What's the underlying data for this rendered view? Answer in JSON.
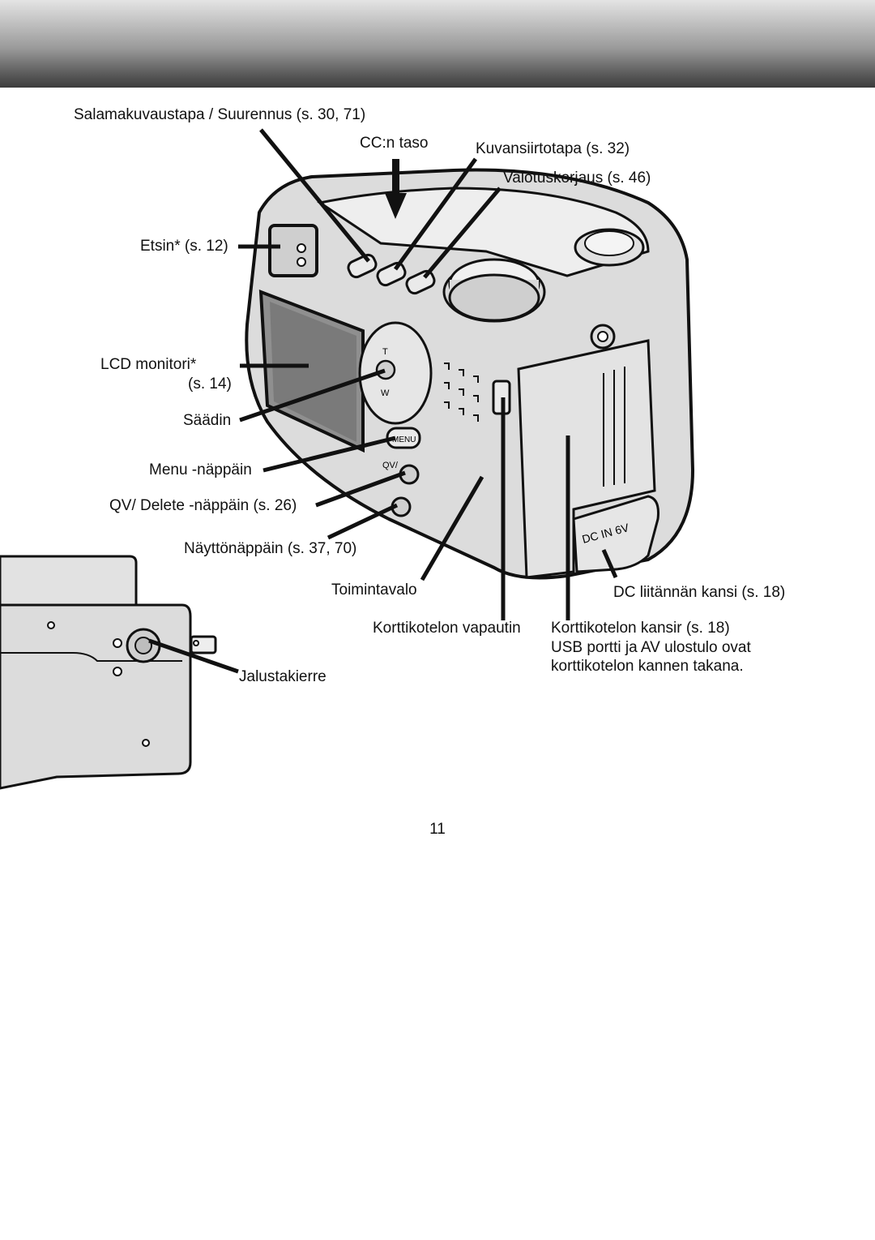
{
  "header": {
    "band_color": "#5a5a5a"
  },
  "camera": {
    "dial_text": "DC IN 6V",
    "menu_text": "MENU",
    "qv_text": "QV/"
  },
  "labels": {
    "flash_mode": "Salamakuvaustapa / Suurennus (s. 30, 71)",
    "cc_level": "CC:n taso",
    "drive_mode": "Kuvansiirtotapa (s. 32)",
    "exposure_comp": "Valotuskorjaus (s. 46)",
    "viewfinder": "Etsin* (s. 12)",
    "lcd_line1": "LCD monitori*",
    "lcd_line2": "(s. 14)",
    "controller": "Säädin",
    "menu_button": "Menu -näppäin",
    "qv_delete": "QV/ Delete -näppäin (s. 26)",
    "display_button": "Näyttönäppäin (s. 37, 70)",
    "access_lamp": "Toimintavalo",
    "dc_cover": "DC liitännän kansi (s. 18)",
    "card_release": "Korttikotelon vapautin",
    "card_cover": "Korttikotelon kansir (s. 18)",
    "usb_note_line1": "USB portti ja AV ulostulo ovat",
    "usb_note_line2": "korttikotelon kannen takana.",
    "tripod": "Jalustakierre"
  },
  "page_number": "11"
}
